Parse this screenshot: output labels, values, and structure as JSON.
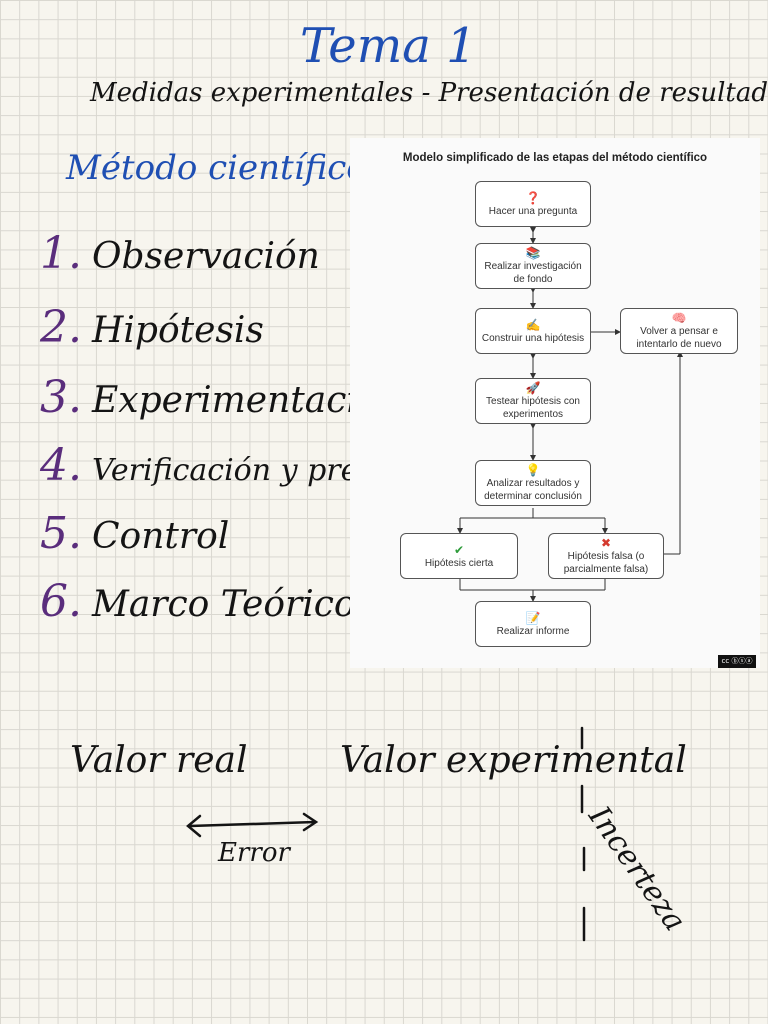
{
  "page": {
    "title": "Tema 1",
    "subtitle": "Medidas experimentales - Presentación de resultados",
    "method_heading": "Método científico:",
    "steps": [
      {
        "num": "1.",
        "text": "Observación"
      },
      {
        "num": "2.",
        "text": "Hipótesis"
      },
      {
        "num": "3.",
        "text": "Experimentación"
      },
      {
        "num": "4.",
        "text": "Verificación y predicción"
      },
      {
        "num": "5.",
        "text": "Control"
      },
      {
        "num": "6.",
        "text": "Marco Teórico"
      }
    ],
    "valor_real": "Valor real",
    "valor_experimental": "Valor experimental",
    "error": "Error",
    "incerteza": "Incerteza"
  },
  "flowchart": {
    "title": "Modelo simplificado de las etapas del método científico",
    "nodes": {
      "pregunta": {
        "icon": "❓",
        "icon_name": "question-mark-icon",
        "label": "Hacer una pregunta"
      },
      "investigacion": {
        "icon": "📚",
        "icon_name": "books-icon",
        "label": "Realizar investigación de fondo"
      },
      "hipotesis": {
        "icon": "✍",
        "icon_name": "writing-hand-icon",
        "label": "Construir una hipótesis"
      },
      "volver": {
        "icon": "🧠",
        "icon_name": "brain-icon",
        "label": "Volver a pensar e intentarlo de nuevo"
      },
      "testear": {
        "icon": "🚀",
        "icon_name": "rocket-icon",
        "label": "Testear hipótesis con experimentos"
      },
      "analizar": {
        "icon": "💡",
        "icon_name": "lightbulb-icon",
        "label": "Analizar resultados y determinar conclusión"
      },
      "cierta": {
        "icon": "✔",
        "icon_name": "check-icon",
        "label": "Hipótesis cierta"
      },
      "falsa": {
        "icon": "✖",
        "icon_name": "cross-icon",
        "label": "Hipótesis falsa (o parcialmente falsa)"
      },
      "informe": {
        "icon": "📝",
        "icon_name": "memo-icon",
        "label": "Realizar informe"
      }
    },
    "license_badge": "cc ⓑⓢⓐ"
  },
  "colors": {
    "blue_ink": "#1f4fb3",
    "purple_ink": "#5a2d7c",
    "black_ink": "#141414",
    "check_green": "#2e9b3a",
    "cross_red": "#d43a2f"
  }
}
